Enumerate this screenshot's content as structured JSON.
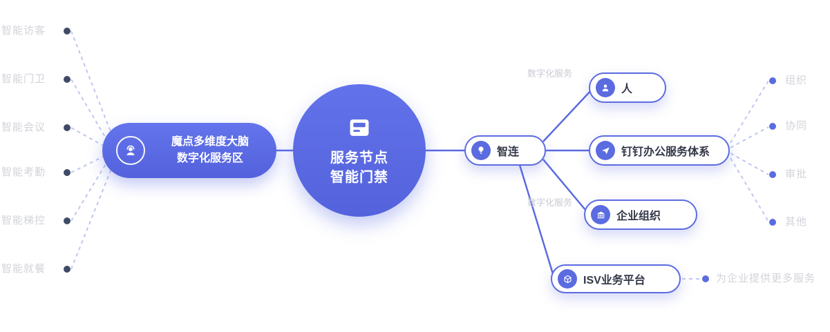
{
  "colors": {
    "primary": "#5b6be0",
    "dashed_line": "#bfc7ef",
    "faint_text": "#d2d3d9"
  },
  "left_items": [
    "智能访客",
    "智能门卫",
    "智能会议",
    "智能考勤",
    "智能梯控",
    "智能就餐"
  ],
  "hub": {
    "line1": "魔点多维度大脑",
    "line2": "数字化服务区",
    "icon": "headset-agent-icon"
  },
  "center_node": {
    "line1": "服务节点",
    "line2": "智能门禁",
    "icon": "access-terminal-icon"
  },
  "connect_node": {
    "label": "智连",
    "icon": "lightbulb-icon"
  },
  "branch_tags": {
    "top": "数字化服务",
    "bottom": "数字化服务"
  },
  "right_nodes": [
    {
      "label": "人",
      "icon": "person-icon"
    },
    {
      "label": "钉钉办公服务体系",
      "icon": "dingtalk-wing-icon"
    },
    {
      "label": "企业组织",
      "icon": "building-icon"
    },
    {
      "label": "ISV业务平台",
      "icon": "cube-icon"
    }
  ],
  "right_items": [
    "组织",
    "协同",
    "审批",
    "其他"
  ],
  "isv_note": "为企业提供更多服务"
}
